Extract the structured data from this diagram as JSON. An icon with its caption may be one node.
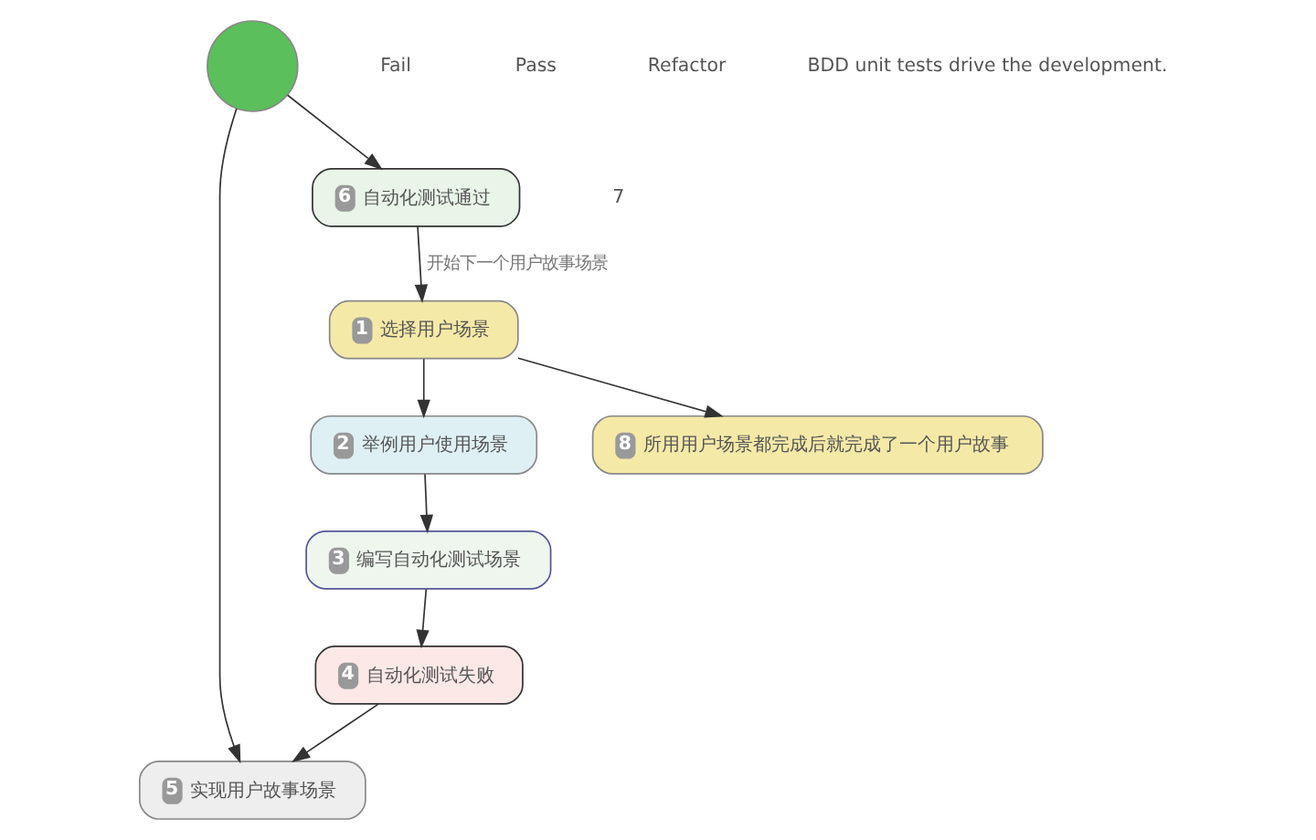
{
  "diagram": {
    "nodes": [
      {
        "text": [
          "1",
          "选择用户场景"
        ]
      },
      {
        "text": [
          "2",
          "举例用户使用场景"
        ]
      },
      {
        "text": [
          "3",
          "编写自动化测试场景"
        ]
      },
      {
        "text": [
          "4",
          "自动化测试失败"
        ]
      },
      {
        "text": [
          "5",
          "实现用户故事场景"
        ]
      },
      {
        "text": [],
        "shape": "circle"
      },
      {
        "text": [
          "6",
          "自动化测试通过"
        ]
      },
      {
        "text": [
          "8",
          "所用用户场景都完成后就完成了一个用户故事"
        ]
      }
    ],
    "edges": [
      {
        "from": 0,
        "to": 1,
        "arrow": "to"
      },
      {
        "from": 1,
        "to": 2,
        "arrow": "to"
      },
      {
        "from": 2,
        "to": 3,
        "arrow": "to"
      },
      {
        "from": 3,
        "to": 4,
        "arrow": "to"
      },
      {
        "from": 5,
        "to": 4,
        "arrow": "to"
      },
      {
        "from": 5,
        "to": 6,
        "arrow": "to"
      },
      {
        "from": 6,
        "to": 0,
        "arrow": "to",
        "label": "开始下一个用户故事场景"
      },
      {
        "from": 0,
        "to": 7,
        "arrow": "to"
      }
    ],
    "labels": [
      "7",
      "Fail",
      "Pass",
      "Refactor",
      "BDD unit tests drive the development."
    ]
  }
}
